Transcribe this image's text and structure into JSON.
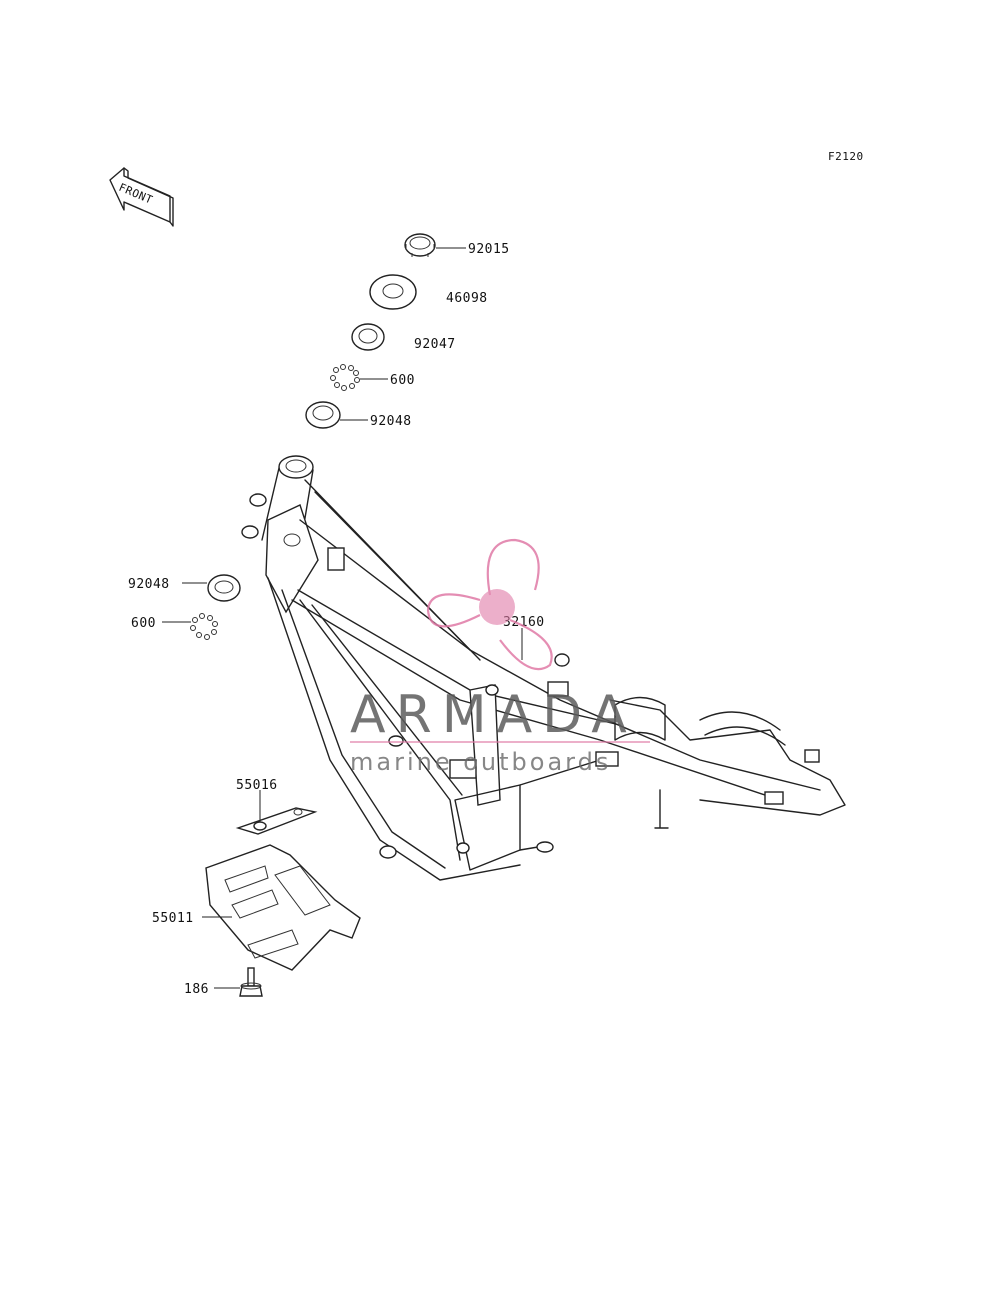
{
  "diagram_code": "F2120",
  "front_label": "FRONT",
  "parts": {
    "p92015": "92015",
    "p46098": "46098",
    "p92047": "92047",
    "p600_top": "600",
    "p92048_top": "92048",
    "p92048_left": "92048",
    "p600_left": "600",
    "p32160": "32160",
    "p55016": "55016",
    "p55011": "55011",
    "p186": "186"
  },
  "watermark": {
    "title": "ARMADA",
    "subtitle": "marine outboards",
    "color": "#e07aa6"
  }
}
